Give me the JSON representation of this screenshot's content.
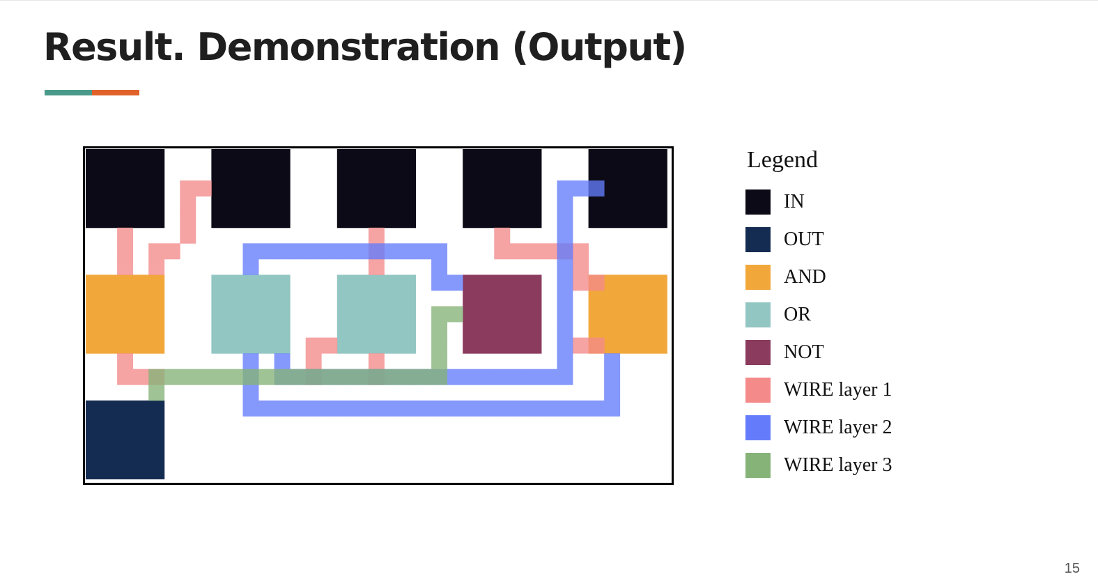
{
  "slide": {
    "title": "Result. Demonstration (Output)",
    "page_number": "15",
    "accent_colors": [
      "#4a9a8a",
      "#e0622a"
    ]
  },
  "legend": {
    "title": "Legend",
    "items": [
      {
        "label": "IN",
        "color": "#0c0a16",
        "type": "in"
      },
      {
        "label": "OUT",
        "color": "#152c52",
        "type": "out"
      },
      {
        "label": "AND",
        "color": "#f2a73b",
        "type": "and"
      },
      {
        "label": "OR",
        "color": "#92c6c3",
        "type": "or"
      },
      {
        "label": "NOT",
        "color": "#8a3b5e",
        "type": "not"
      },
      {
        "label": "WIRE layer 1",
        "color": "#f48a8a",
        "type": "wire1"
      },
      {
        "label": "WIRE layer 2",
        "color": "#647cfb",
        "type": "wire2"
      },
      {
        "label": "WIRE layer 3",
        "color": "#86b378",
        "type": "wire3"
      }
    ]
  },
  "circuit": {
    "grid": {
      "cols": 37,
      "rows": 21
    },
    "components": [
      {
        "type": "in",
        "col": 0,
        "row": 0
      },
      {
        "type": "in",
        "col": 8,
        "row": 0
      },
      {
        "type": "in",
        "col": 16,
        "row": 0
      },
      {
        "type": "in",
        "col": 24,
        "row": 0
      },
      {
        "type": "in",
        "col": 32,
        "row": 0
      },
      {
        "type": "and",
        "col": 0,
        "row": 8
      },
      {
        "type": "or",
        "col": 8,
        "row": 8
      },
      {
        "type": "or",
        "col": 16,
        "row": 8
      },
      {
        "type": "not",
        "col": 24,
        "row": 8
      },
      {
        "type": "and",
        "col": 32,
        "row": 8
      },
      {
        "type": "out",
        "col": 0,
        "row": 16
      }
    ],
    "wires": [
      {
        "layer": 1,
        "cells": [
          [
            2,
            5
          ],
          [
            2,
            6
          ],
          [
            2,
            7
          ]
        ]
      },
      {
        "layer": 1,
        "cells": [
          [
            6,
            2
          ],
          [
            7,
            2
          ],
          [
            6,
            3
          ],
          [
            6,
            4
          ],
          [
            6,
            5
          ],
          [
            5,
            6
          ],
          [
            4,
            6
          ],
          [
            4,
            7
          ]
        ]
      },
      {
        "layer": 1,
        "cells": [
          [
            18,
            5
          ],
          [
            18,
            6
          ],
          [
            18,
            7
          ]
        ]
      },
      {
        "layer": 1,
        "cells": [
          [
            26,
            5
          ],
          [
            26,
            6
          ],
          [
            27,
            6
          ],
          [
            28,
            6
          ],
          [
            29,
            6
          ],
          [
            30,
            6
          ],
          [
            31,
            6
          ],
          [
            31,
            7
          ],
          [
            31,
            8
          ],
          [
            32,
            8
          ]
        ]
      },
      {
        "layer": 1,
        "cells": [
          [
            2,
            13
          ],
          [
            2,
            14
          ],
          [
            3,
            14
          ],
          [
            4,
            14
          ]
        ]
      },
      {
        "layer": 1,
        "cells": [
          [
            14,
            13
          ],
          [
            14,
            14
          ],
          [
            14,
            12
          ],
          [
            15,
            12
          ]
        ]
      },
      {
        "layer": 1,
        "cells": [
          [
            18,
            13
          ],
          [
            18,
            14
          ]
        ]
      },
      {
        "layer": 1,
        "cells": [
          [
            31,
            12
          ],
          [
            32,
            12
          ]
        ]
      },
      {
        "layer": 2,
        "cells": [
          [
            10,
            6
          ],
          [
            11,
            6
          ],
          [
            12,
            6
          ],
          [
            13,
            6
          ],
          [
            14,
            6
          ],
          [
            15,
            6
          ],
          [
            16,
            6
          ],
          [
            17,
            6
          ],
          [
            18,
            6
          ],
          [
            19,
            6
          ],
          [
            20,
            6
          ],
          [
            21,
            6
          ],
          [
            22,
            6
          ],
          [
            10,
            7
          ],
          [
            22,
            7
          ],
          [
            22,
            8
          ],
          [
            23,
            8
          ]
        ]
      },
      {
        "layer": 2,
        "cells": [
          [
            31,
            2
          ],
          [
            32,
            2
          ],
          [
            30,
            2
          ],
          [
            30,
            3
          ],
          [
            30,
            4
          ],
          [
            30,
            5
          ],
          [
            30,
            6
          ],
          [
            30,
            7
          ],
          [
            30,
            8
          ],
          [
            30,
            9
          ],
          [
            30,
            10
          ],
          [
            30,
            11
          ],
          [
            30,
            12
          ],
          [
            30,
            13
          ],
          [
            30,
            14
          ],
          [
            29,
            14
          ],
          [
            28,
            14
          ],
          [
            27,
            14
          ],
          [
            26,
            14
          ],
          [
            25,
            14
          ],
          [
            24,
            14
          ],
          [
            23,
            14
          ],
          [
            22,
            14
          ],
          [
            21,
            14
          ],
          [
            20,
            14
          ],
          [
            19,
            14
          ],
          [
            18,
            14
          ],
          [
            17,
            14
          ],
          [
            16,
            14
          ],
          [
            15,
            14
          ],
          [
            14,
            14
          ],
          [
            13,
            14
          ],
          [
            12,
            14
          ],
          [
            12,
            13
          ]
        ]
      },
      {
        "layer": 2,
        "cells": [
          [
            10,
            13
          ],
          [
            10,
            14
          ],
          [
            10,
            15
          ],
          [
            10,
            16
          ],
          [
            11,
            16
          ],
          [
            12,
            16
          ],
          [
            13,
            16
          ],
          [
            14,
            16
          ],
          [
            15,
            16
          ],
          [
            16,
            16
          ],
          [
            17,
            16
          ],
          [
            18,
            16
          ],
          [
            19,
            16
          ],
          [
            20,
            16
          ],
          [
            21,
            16
          ],
          [
            22,
            16
          ],
          [
            23,
            16
          ],
          [
            24,
            16
          ],
          [
            25,
            16
          ],
          [
            26,
            16
          ],
          [
            27,
            16
          ],
          [
            28,
            16
          ],
          [
            29,
            16
          ],
          [
            30,
            16
          ],
          [
            31,
            16
          ],
          [
            32,
            16
          ],
          [
            33,
            16
          ],
          [
            33,
            15
          ],
          [
            33,
            14
          ],
          [
            33,
            13
          ]
        ]
      },
      {
        "layer": 3,
        "cells": [
          [
            4,
            15
          ],
          [
            4,
            14
          ],
          [
            5,
            14
          ],
          [
            6,
            14
          ],
          [
            7,
            14
          ],
          [
            8,
            14
          ],
          [
            9,
            14
          ],
          [
            10,
            14
          ],
          [
            11,
            14
          ],
          [
            12,
            14
          ],
          [
            13,
            14
          ],
          [
            14,
            14
          ],
          [
            15,
            14
          ],
          [
            16,
            14
          ],
          [
            17,
            14
          ],
          [
            18,
            14
          ],
          [
            19,
            14
          ],
          [
            20,
            14
          ],
          [
            21,
            14
          ],
          [
            22,
            14
          ],
          [
            22,
            13
          ],
          [
            22,
            12
          ],
          [
            22,
            11
          ],
          [
            22,
            10
          ],
          [
            23,
            10
          ]
        ]
      }
    ]
  }
}
